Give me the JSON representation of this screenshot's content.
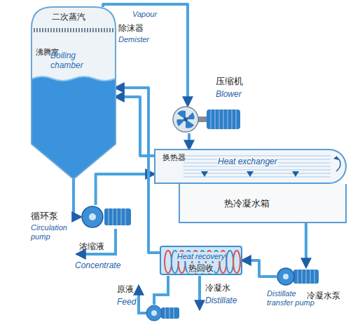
{
  "diagram": {
    "nodes": [
      {
        "text": [
          "二次蒸汽",
          "沸腾室",
          "Boiling chamber"
        ]
      },
      {
        "text": [
          "除沫器",
          "Demister"
        ],
        "in": 0
      },
      {
        "text": [
          "压缩机",
          "Blower"
        ]
      },
      {
        "text": [
          "换热器",
          "Heat exchanger"
        ]
      },
      {
        "text": [
          "热冷凝水箱"
        ]
      },
      {
        "text": [
          "循环泵",
          "Circulation pump"
        ]
      },
      {
        "text": [
          "Heat recovery",
          "热回收"
        ]
      },
      {
        "text": [
          "Distillate transfer pump",
          "冷凝水泵"
        ]
      }
    ],
    "edges": [
      {
        "from": 0,
        "to": 2,
        "label": "Vapour",
        "arrow": "to"
      },
      {
        "from": 2,
        "to": 3,
        "arrow": "to"
      },
      {
        "from": 5,
        "to": 3,
        "arrow": "to"
      },
      {
        "from": 3,
        "to": 0,
        "arrow": "to"
      },
      {
        "from": 0,
        "to": 5,
        "arrow": "to"
      },
      {
        "from": 4,
        "to": 7,
        "arrow": "to"
      },
      {
        "from": 7,
        "to": 6,
        "arrow": "to"
      },
      {
        "from": 6,
        "to": 0,
        "arrow": "to"
      }
    ],
    "labels": [
      "浓缩液",
      "Concentrate",
      "原液",
      "Feed",
      "冷凝水",
      "Distillate"
    ]
  }
}
